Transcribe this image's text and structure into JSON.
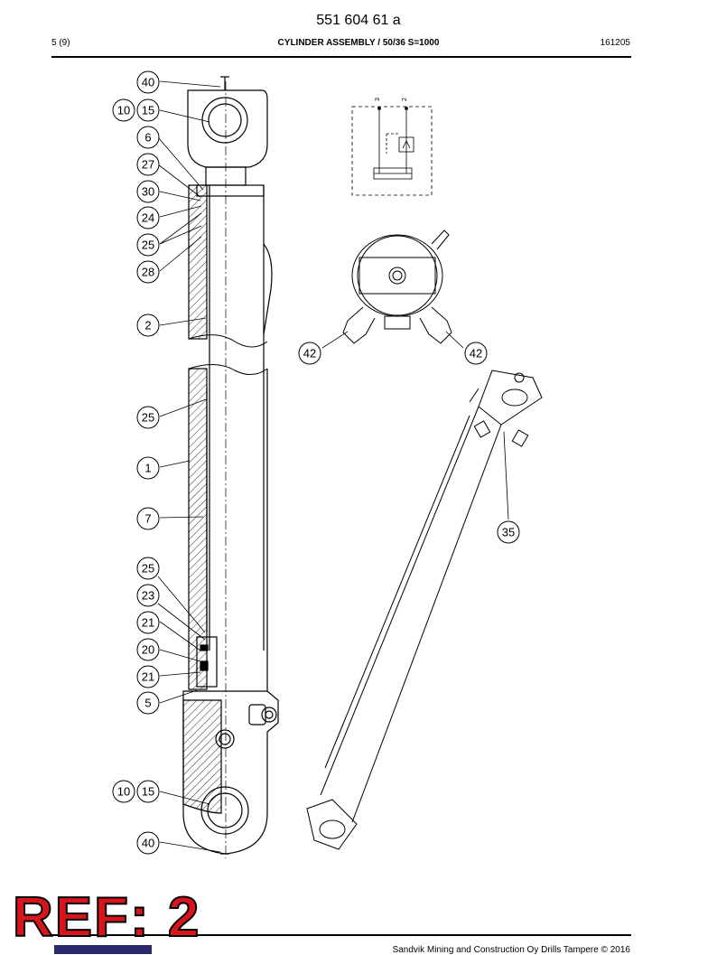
{
  "header": {
    "doc_number": "551 604 61 a",
    "page": "5 (9)",
    "title": "CYLINDER ASSEMBLY / 50/36 S=1000",
    "date": "161205"
  },
  "callouts": [
    "40",
    "10",
    "15",
    "6",
    "27",
    "30",
    "24",
    "25",
    "28",
    "2",
    "25",
    "1",
    "7",
    "25",
    "23",
    "21",
    "20",
    "21",
    "5",
    "10",
    "15",
    "40",
    "42",
    "42",
    "35"
  ],
  "schematic_labels": [
    "3",
    "2"
  ],
  "stamp": "REF: 2",
  "footer": {
    "copyright": "Sandvik Mining and Construction Oy Drills Tampere © 2016"
  }
}
